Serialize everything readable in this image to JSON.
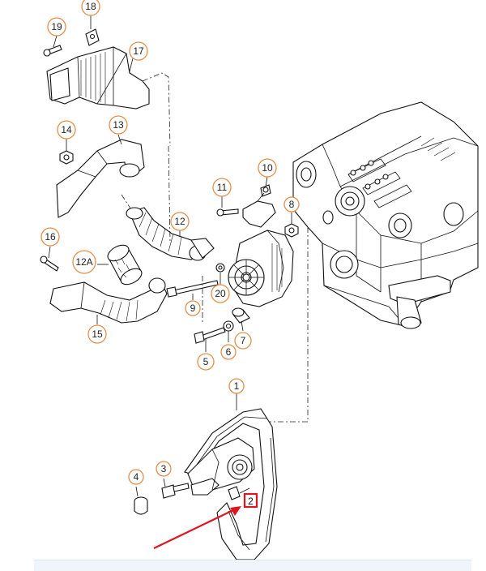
{
  "colors": {
    "callout_ring": "#e58e4a",
    "highlight_box": "#e0141e",
    "arrow": "#e0141e",
    "line_art": "#111111",
    "bottom_bar": "#eef6fc"
  },
  "callouts": {
    "c1": "1",
    "c2": "2",
    "c3": "3",
    "c4": "4",
    "c5": "5",
    "c6": "6",
    "c7": "7",
    "c8": "8",
    "c9": "9",
    "c10": "10",
    "c11": "11",
    "c12": "12",
    "c12a": "12A",
    "c13": "13",
    "c14": "14",
    "c15": "15",
    "c16": "16",
    "c17": "17",
    "c18": "18",
    "c19": "19",
    "c20": "20"
  },
  "highlight": {
    "target_label": "2"
  }
}
